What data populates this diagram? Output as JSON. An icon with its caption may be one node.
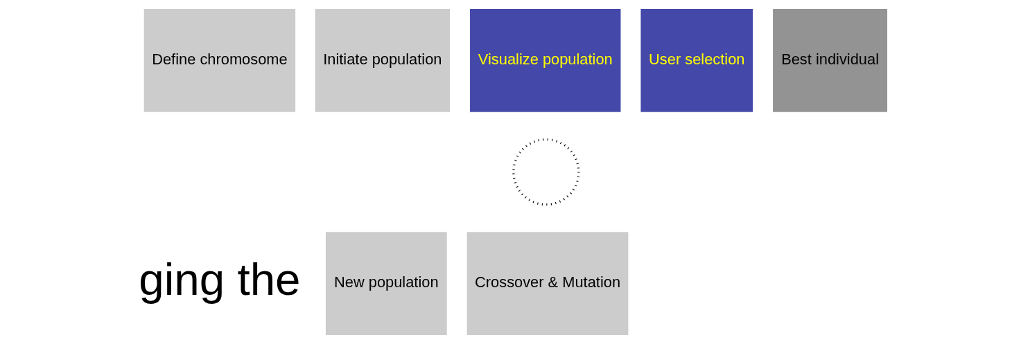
{
  "diagram": {
    "nodes": [
      {
        "text": [
          "Define chromosome"
        ]
      },
      {
        "text": [
          "Initiate population"
        ]
      },
      {
        "text": [
          "Visualize population"
        ]
      },
      {
        "text": [
          "User selection"
        ]
      },
      {
        "text": [
          "Best individual"
        ]
      },
      {
        "text": [
          "New population"
        ]
      },
      {
        "text": [
          "Crossover & Mutation"
        ]
      },
      {
        "text": [],
        "shape": "circle"
      }
    ],
    "edges": [],
    "labels": [
      "ging the"
    ]
  }
}
